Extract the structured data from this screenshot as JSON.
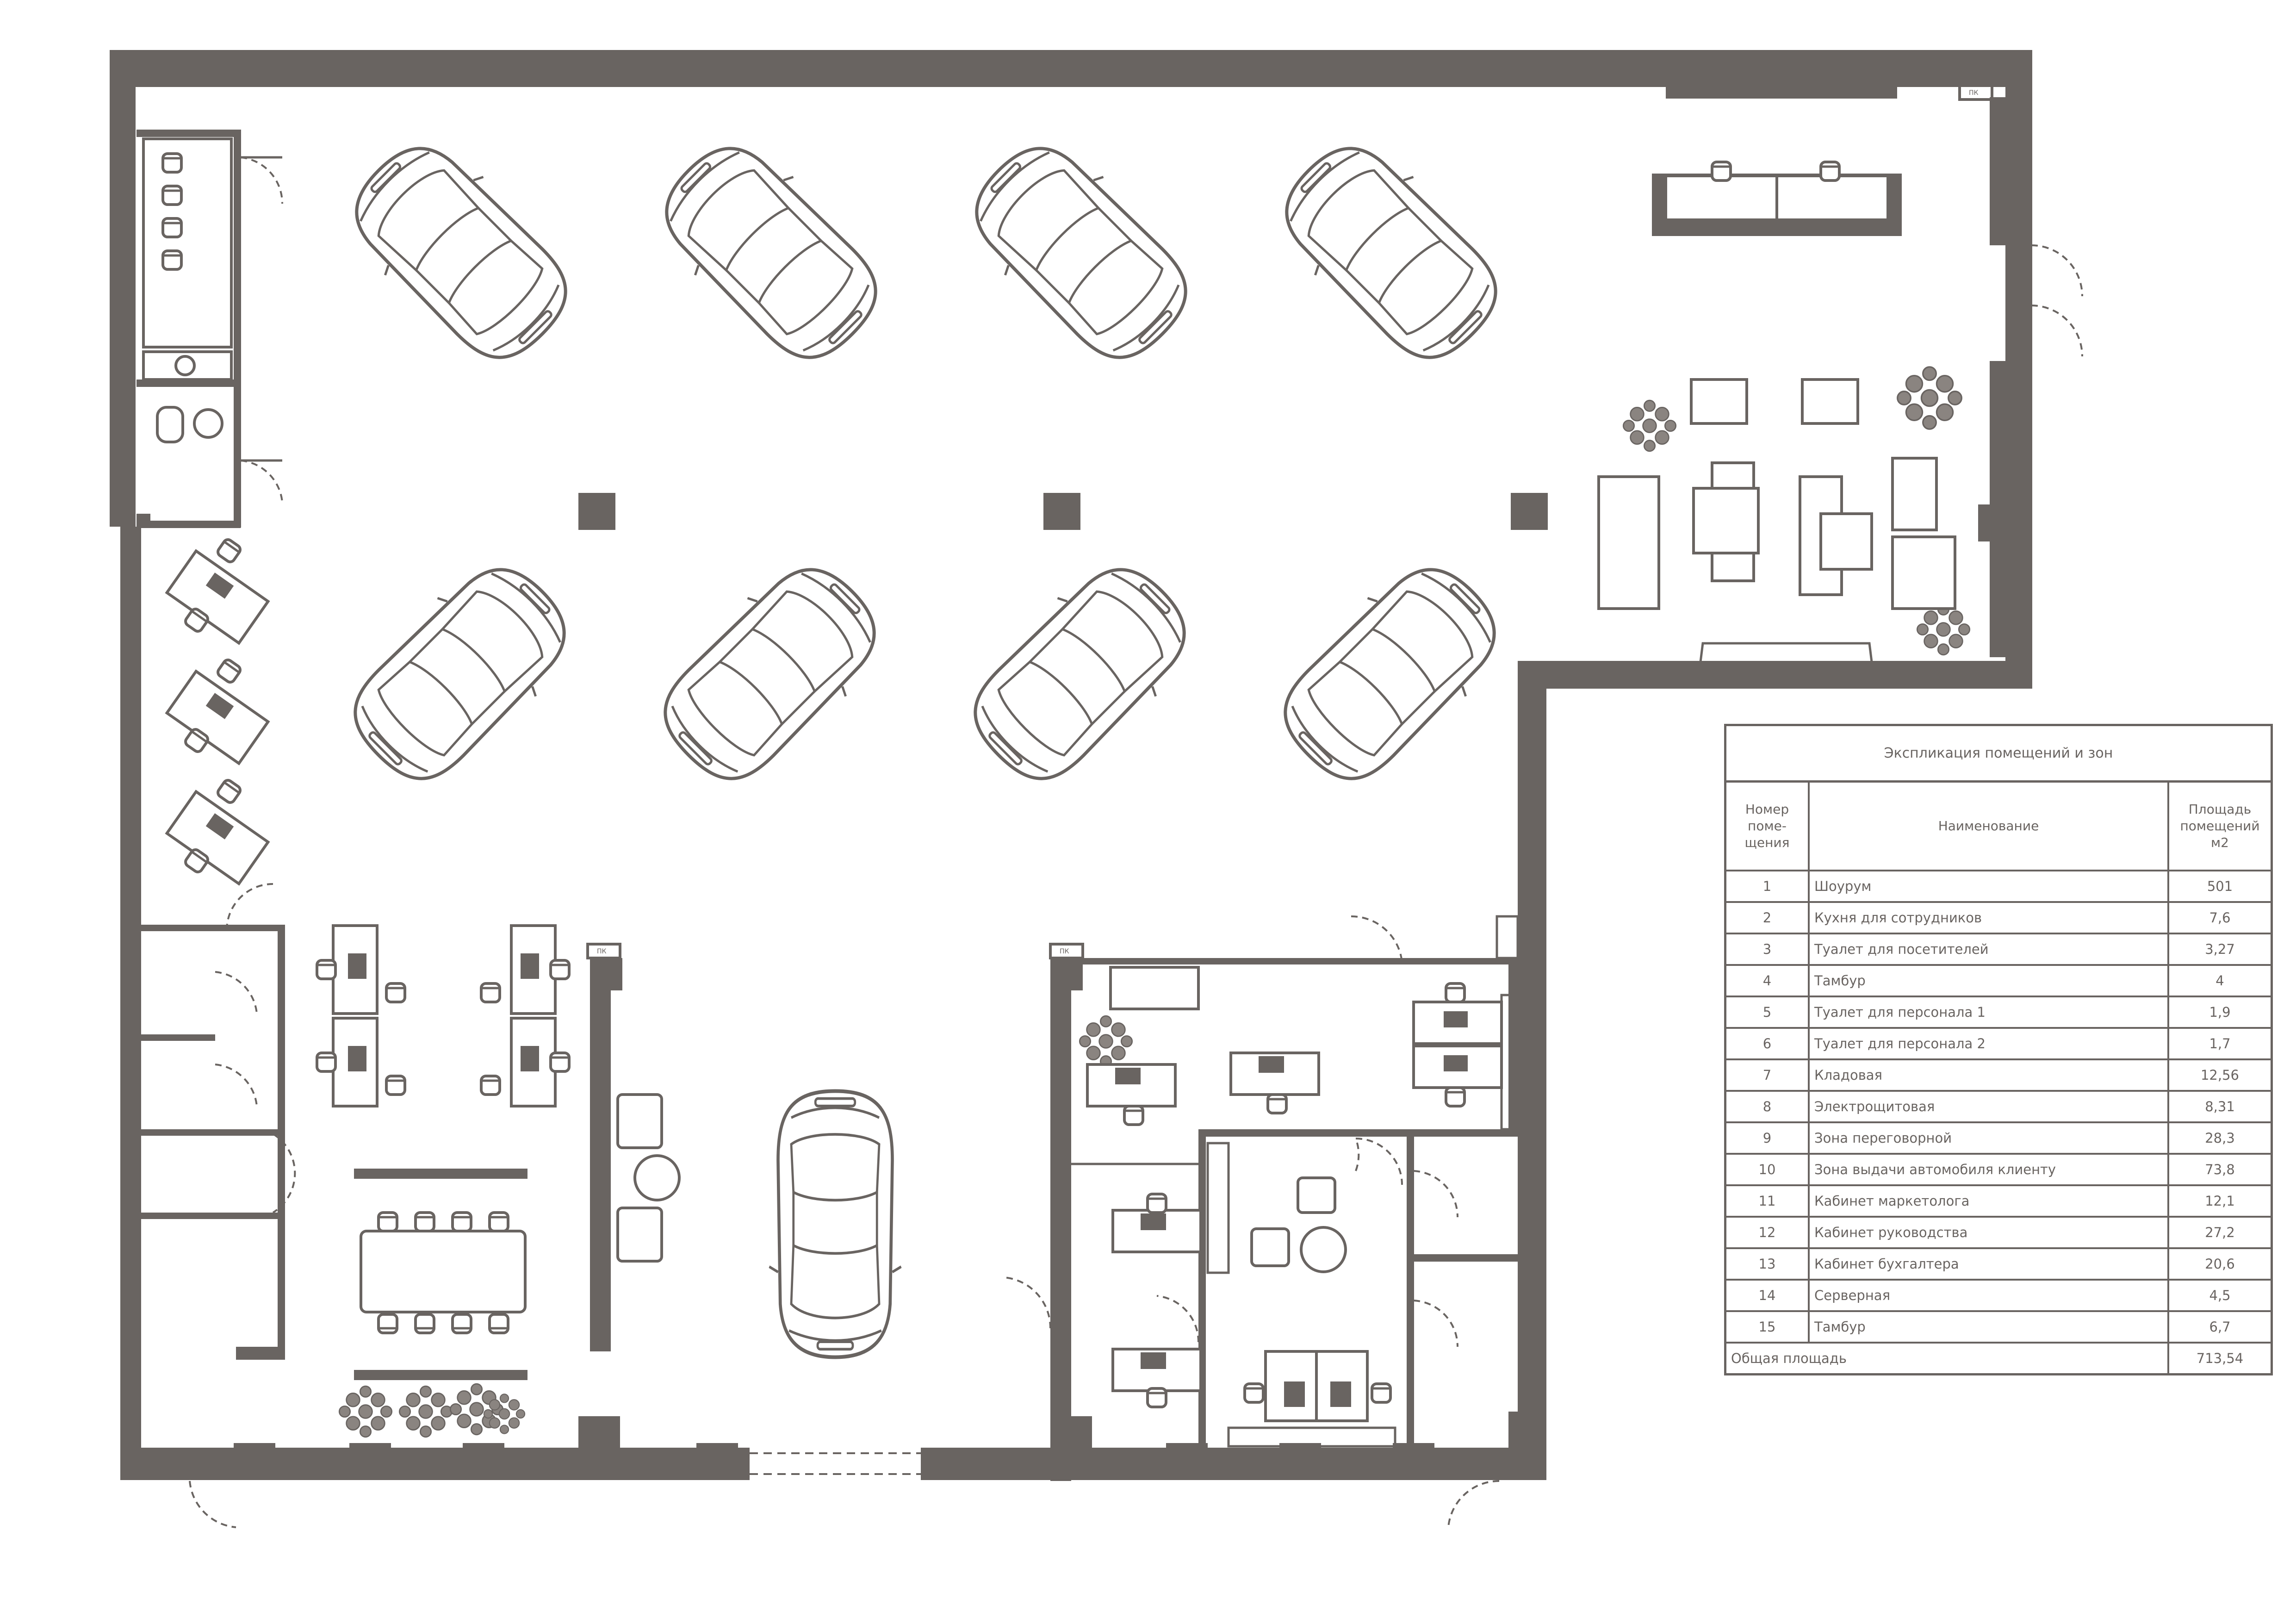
{
  "plan": {
    "tags": {
      "fire_cabinet": "ПК"
    }
  },
  "legend": {
    "title": "Экспликация помещений и зон",
    "headers": {
      "number": "Номер поме-щения",
      "name": "Наименование",
      "area": "Площадь помещений м2"
    },
    "rows": [
      {
        "num": "1",
        "name": "Шоурум",
        "area": "501"
      },
      {
        "num": "2",
        "name": "Кухня для сотрудников",
        "area": "7,6"
      },
      {
        "num": "3",
        "name": "Туалет для посетителей",
        "area": "3,27"
      },
      {
        "num": "4",
        "name": "Тамбур",
        "area": "4"
      },
      {
        "num": "5",
        "name": "Туалет для персонала 1",
        "area": "1,9"
      },
      {
        "num": "6",
        "name": "Туалет для персонала 2",
        "area": "1,7"
      },
      {
        "num": "7",
        "name": "Кладовая",
        "area": "12,56"
      },
      {
        "num": "8",
        "name": "Электрощитовая",
        "area": "8,31"
      },
      {
        "num": "9",
        "name": "Зона переговорной",
        "area": "28,3"
      },
      {
        "num": "10",
        "name": "Зона выдачи автомобиля клиенту",
        "area": "73,8"
      },
      {
        "num": "11",
        "name": "Кабинет маркетолога",
        "area": "12,1"
      },
      {
        "num": "12",
        "name": "Кабинет руководства",
        "area": "27,2"
      },
      {
        "num": "13",
        "name": "Кабинет бухгалтера",
        "area": "20,6"
      },
      {
        "num": "14",
        "name": "Серверная",
        "area": "4,5"
      },
      {
        "num": "15",
        "name": "Тамбур",
        "area": "6,7"
      }
    ],
    "total": {
      "label": "Общая площадь",
      "area": "713,54"
    }
  }
}
